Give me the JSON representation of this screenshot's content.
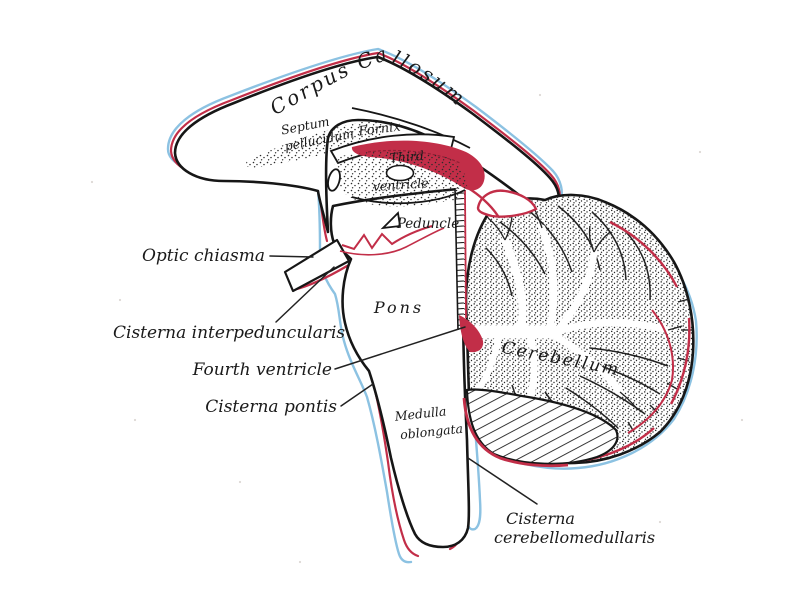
{
  "figure": {
    "colors": {
      "outline": "#161616",
      "pia_red": "#c22e48",
      "arachnoid_blue": "#8cc2e2",
      "background": "#ffffff",
      "ink": "#1a1a1a"
    },
    "labels": {
      "corpus_callosum": "Corpus Callosum",
      "septum_pellucidum_line1": "Septum",
      "septum_pellucidum_line2": "pellucidum",
      "fornix": "Fornix",
      "third_ventricle_line1": "Third",
      "third_ventricle_line2": "ventricle",
      "peduncle": "Peduncle",
      "pons": "Pons",
      "medulla_line1": "Medulla",
      "medulla_line2": "oblongata",
      "cerebellum": "Cerebellum",
      "optic_chiasma": "Optic chiasma",
      "cisterna_interpeduncularis": "Cisterna interpeduncularis",
      "fourth_ventricle": "Fourth ventricle",
      "cisterna_pontis": "Cisterna pontis",
      "cisterna_cerebellomedullaris_line1": "Cisterna",
      "cisterna_cerebellomedullaris_line2": "cerebellomedullaris"
    }
  }
}
